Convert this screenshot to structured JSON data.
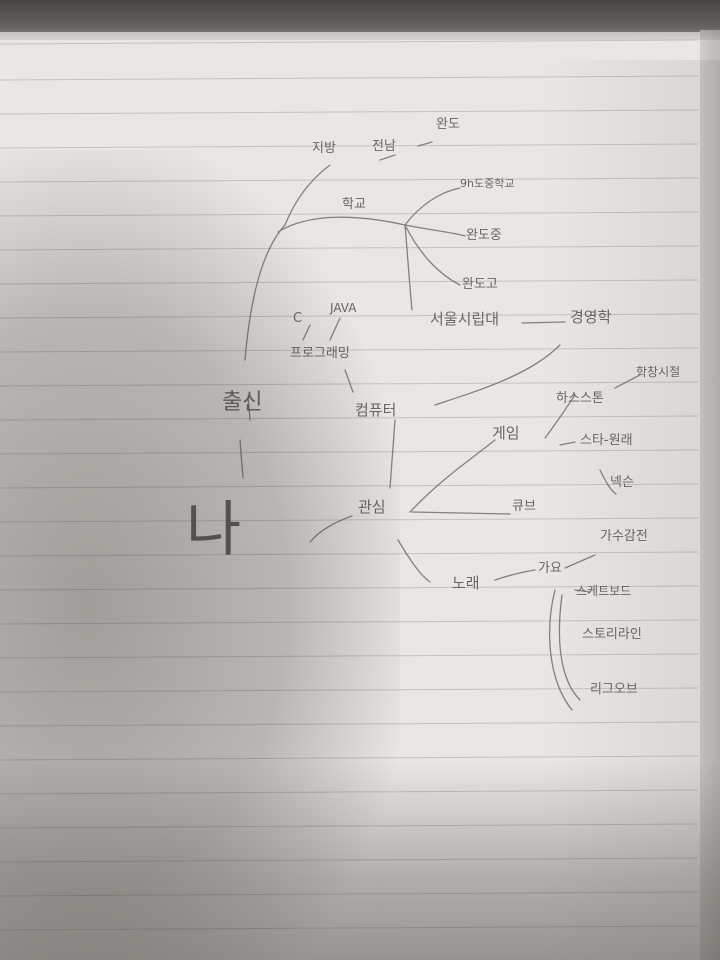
{
  "photo": {
    "subject": "pencil mind map on lined notebook paper"
  },
  "mindmap": {
    "center": "나",
    "nodes": {
      "origin": "출신",
      "region": "지방",
      "province": "전남",
      "county": "완도",
      "school": "학교",
      "school_1": "9h도중학교",
      "school_2": "완도중",
      "school_3": "완도고",
      "university": "서울시립대",
      "faculty": "경영학",
      "computer": "컴퓨터",
      "programming": "프로그래밍",
      "lang_c": "C",
      "lang_java": "JAVA",
      "hobby": "관심",
      "game": "게임",
      "game_1": "하스스톤",
      "game_1_note": "학창시절",
      "game_2": "스타-원래",
      "game_3": "넥슨",
      "quiz": "큐브",
      "song": "노래",
      "genre": "가요",
      "genre_1": "가수감전",
      "genre_2": "스케트보드",
      "genre_3": "스토리라인",
      "genre_4": "리그오브"
    }
  }
}
